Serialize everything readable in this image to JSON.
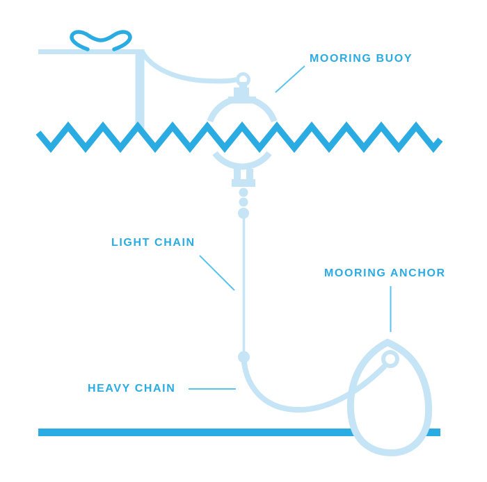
{
  "diagram": {
    "type": "mooring-buoy-system-illustration",
    "labels": {
      "mooring_buoy": "MOORING BUOY",
      "light_chain": "LIGHT CHAIN",
      "mooring_anchor": "MOORING ANCHOR",
      "heavy_chain": "HEAVY CHAIN"
    },
    "icons": {
      "boat": "boat-stern-with-cleat-icon",
      "cleat": "boat-cleat-icon",
      "mooring_line": "rope-line-icon",
      "buoy": "round-mooring-buoy-icon",
      "water": "zigzag-water-surface-icon",
      "light_chain": "thin-chain-line-icon",
      "heavy_chain": "thick-chain-curve-icon",
      "anchor": "teardrop-mooring-anchor-icon",
      "seabed": "seabed-line-icon"
    }
  },
  "colors": {
    "accent": "#2aabe2",
    "light": "#c5e4f5",
    "leader": "#58c3ee",
    "background": "#ffffff"
  }
}
